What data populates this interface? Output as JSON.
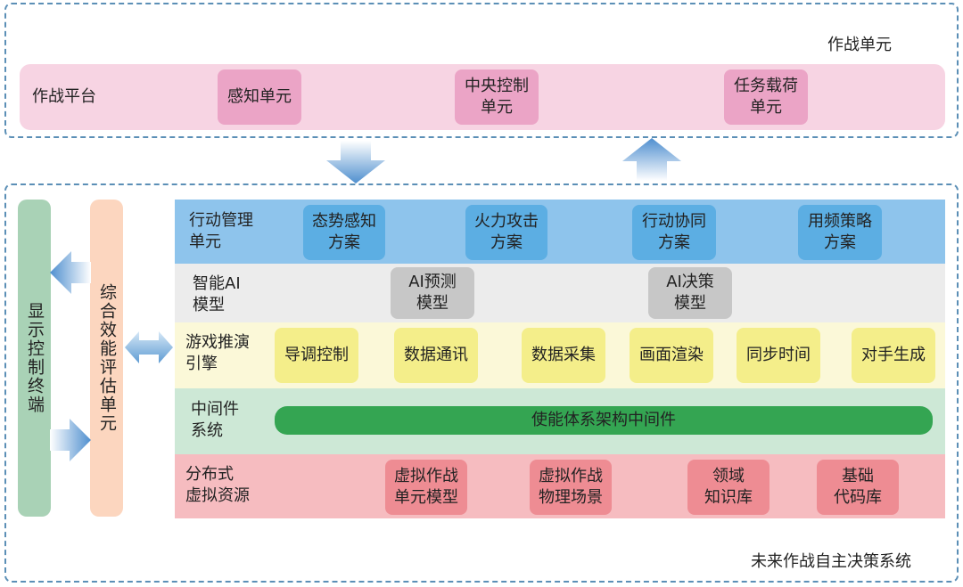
{
  "colors": {
    "frame": "#5b8fb6",
    "pink_band": "#f7d4e3",
    "pink_chip": "#eba4c6",
    "blue_band": "#8ec4ec",
    "blue_chip": "#5caee3",
    "grey_band": "#ececec",
    "grey_chip": "#c7c7c7",
    "yellow_band": "#fbf8d8",
    "yellow_chip": "#f4ee8a",
    "green_band": "#cde8d6",
    "green_bar": "#34a552",
    "red_band": "#f6bcc0",
    "red_chip": "#ee8c93",
    "display_column": "#a9d2b6",
    "eval_column": "#fcd6bf",
    "arrow": "#6aa4d6"
  },
  "top_section": {
    "caption": "作战单元",
    "platform": {
      "label": "作战平台",
      "units": [
        "感知单元",
        "中央控制\n单元",
        "任务载荷\n单元"
      ]
    }
  },
  "bottom_section": {
    "caption": "未来作战自主决策系统",
    "display_terminal": "显示控制终端",
    "evaluation_unit": "综合效能评估单元",
    "layers": {
      "action": {
        "label": "行动管理\n单元",
        "items": [
          "态势感知\n方案",
          "火力攻击\n方案",
          "行动协同\n方案",
          "用频策略\n方案"
        ]
      },
      "ai": {
        "label": "智能AI\n模型",
        "items": [
          "AI预测\n模型",
          "AI决策\n模型"
        ]
      },
      "engine": {
        "label": "游戏推演\n引擎",
        "items": [
          "导调控制",
          "数据通讯",
          "数据采集",
          "画面渲染",
          "同步时间",
          "对手生成"
        ]
      },
      "middleware": {
        "label": "中间件\n系统",
        "bar": "使能体系架构中间件"
      },
      "resources": {
        "label": "分布式\n虚拟资源",
        "items": [
          "虚拟作战\n单元模型",
          "虚拟作战\n物理场景",
          "领域\n知识库",
          "基础\n代码库"
        ]
      }
    }
  }
}
